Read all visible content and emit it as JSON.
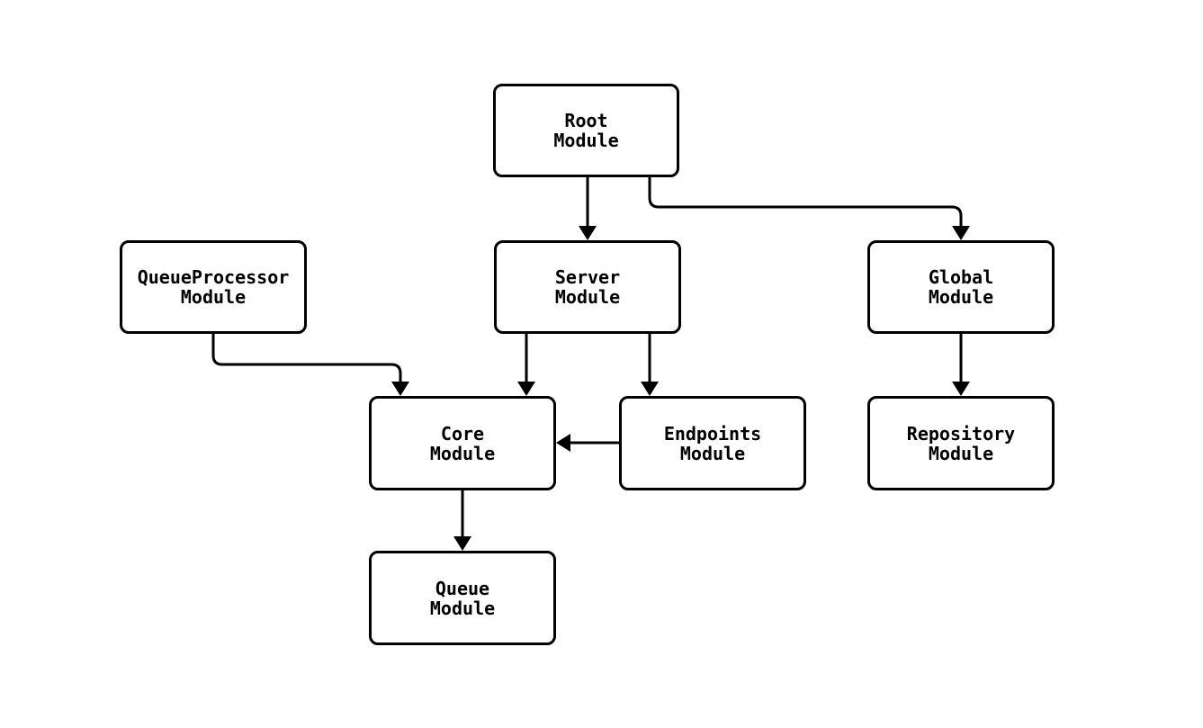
{
  "diagram": {
    "type": "flowchart",
    "background_color": "#ffffff",
    "stroke_color": "#000000",
    "node_fill_color": "#ffffff",
    "text_color": "#000000",
    "nodes": [
      {
        "id": "root",
        "line1": "Root",
        "line2": "Module"
      },
      {
        "id": "queueprocessor",
        "line1": "QueueProcessor",
        "line2": "Module"
      },
      {
        "id": "server",
        "line1": "Server",
        "line2": "Module"
      },
      {
        "id": "global",
        "line1": "Global",
        "line2": "Module"
      },
      {
        "id": "core",
        "line1": "Core",
        "line2": "Module"
      },
      {
        "id": "endpoints",
        "line1": "Endpoints",
        "line2": "Module"
      },
      {
        "id": "repository",
        "line1": "Repository",
        "line2": "Module"
      },
      {
        "id": "queue",
        "line1": "Queue",
        "line2": "Module"
      }
    ],
    "edges": [
      {
        "from": "Root Module",
        "to": "Server Module"
      },
      {
        "from": "Root Module",
        "to": "Global Module"
      },
      {
        "from": "QueueProcessor Module",
        "to": "Core Module"
      },
      {
        "from": "Server Module",
        "to": "Core Module"
      },
      {
        "from": "Server Module",
        "to": "Endpoints Module"
      },
      {
        "from": "Endpoints Module",
        "to": "Core Module"
      },
      {
        "from": "Global Module",
        "to": "Repository Module"
      },
      {
        "from": "Core Module",
        "to": "Queue Module"
      }
    ]
  }
}
